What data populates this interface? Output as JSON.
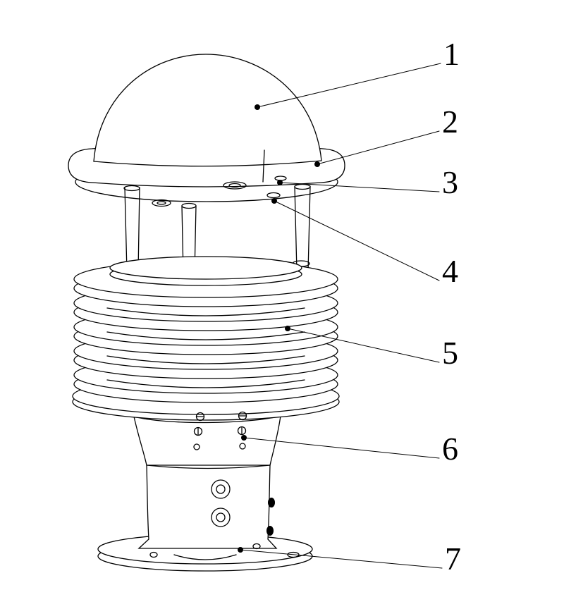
{
  "figure": {
    "background": "#ffffff",
    "line_color": "#000000"
  },
  "callouts": [
    {
      "label": "1"
    },
    {
      "label": "2"
    },
    {
      "label": "3"
    },
    {
      "label": "4"
    },
    {
      "label": "5"
    },
    {
      "label": "6"
    },
    {
      "label": "7"
    }
  ]
}
